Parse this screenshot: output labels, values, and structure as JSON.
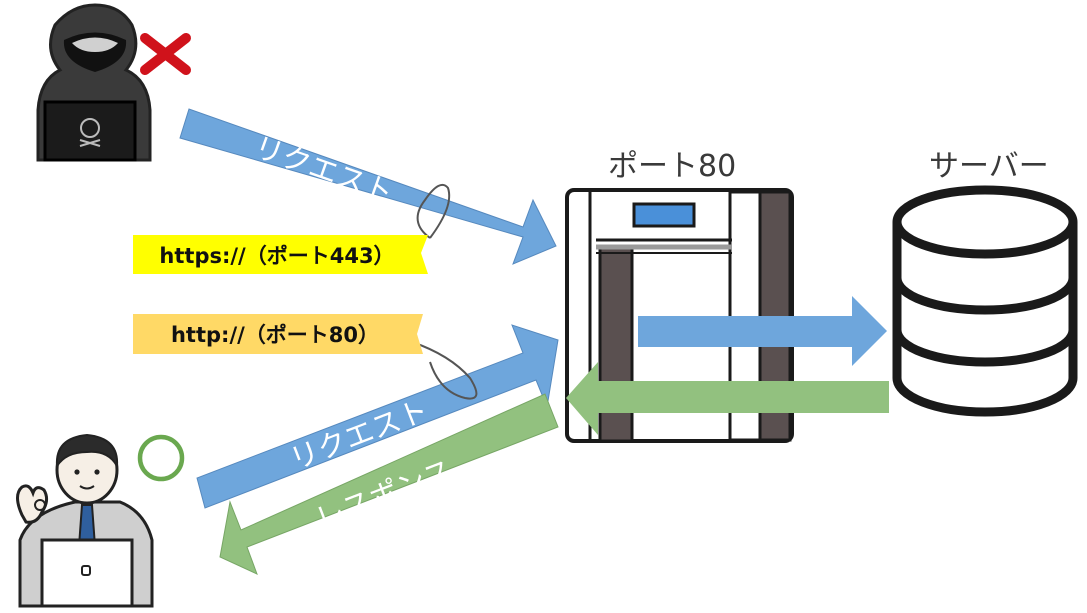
{
  "labels": {
    "port80": "ポート80",
    "server": "サーバー"
  },
  "tags": {
    "https": "https://（ポート443）",
    "http": "http://（ポート80）"
  },
  "arrows": {
    "request_top": "リクエスト",
    "request_bottom": "リクエスト",
    "response": "レスポンス"
  },
  "marks": {
    "hacker_status": "✕",
    "user_status": "○"
  },
  "colors": {
    "request_blue": "#6ea6dc",
    "response_green": "#92c17f",
    "https_tag": "#ffff00",
    "http_tag": "#ffd966",
    "gate_dark": "#5a5050",
    "x_mark": "#d0121b",
    "ok_mark": "#6aa84f"
  }
}
